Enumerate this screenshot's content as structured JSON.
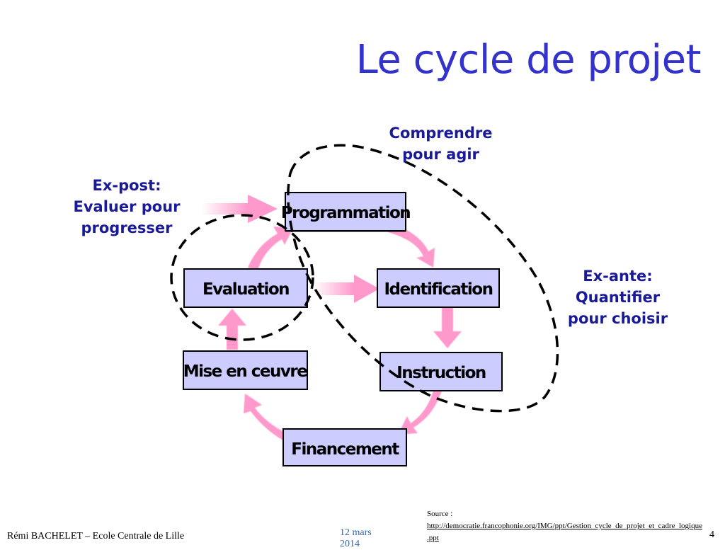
{
  "title": "Le cycle de projet",
  "cycle": {
    "stages": [
      "Programmation",
      "Identification",
      "Instruction",
      "Financement",
      "Mise en ceuvre",
      "Evaluation"
    ]
  },
  "annotations": {
    "comprendre": [
      "Comprendre",
      "pour agir"
    ],
    "ex_post": [
      "Ex-post:",
      "Evaluer pour",
      "progresser"
    ],
    "ex_ante": [
      "Ex-ante:",
      "Quantifier",
      "pour choisir"
    ]
  },
  "colors": {
    "title": "#3333cc",
    "annotation": "#1a1a99",
    "box_fill": "#ccccff",
    "arrow": "#ff99cc",
    "date": "#3366aa"
  },
  "footer": {
    "author": "Rémi BACHELET – Ecole Centrale de Lille",
    "date": "12 mars 2014",
    "source_label": "Source :",
    "source_url": "http://democratie.francophonie.org/IMG/ppt/Gestion_cycle_de_projet_et_cadre_logique.ppt",
    "page": "4"
  }
}
